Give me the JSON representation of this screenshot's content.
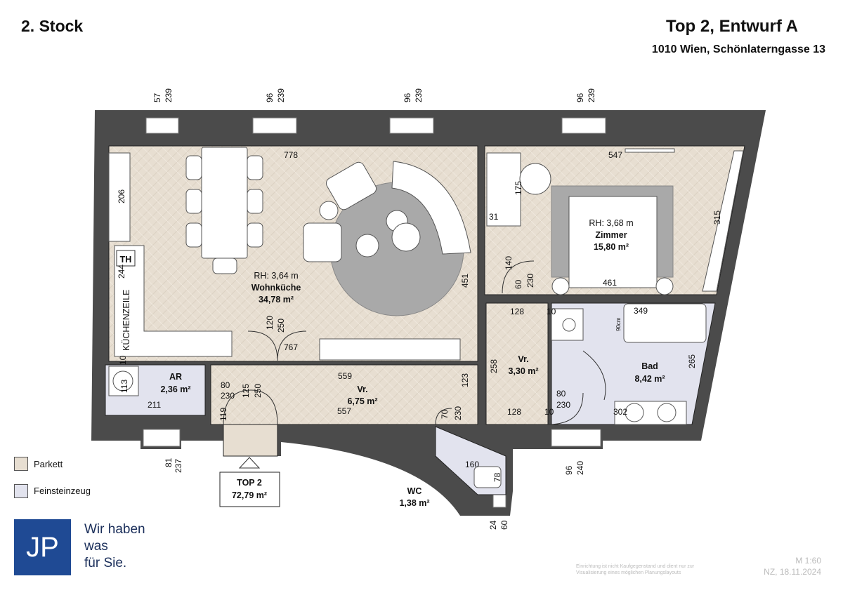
{
  "header": {
    "floor": "2. Stock",
    "title": "Top 2, Entwurf A",
    "address": "1010 Wien, Schönlaterngasse 13"
  },
  "colors": {
    "wall": "#4b4b4b",
    "parkett": "#e7ded1",
    "feinsteinzeug": "#e2e3ee",
    "logo_blue": "#1f4a94",
    "rug": "#a9a9a9"
  },
  "rooms": {
    "wohnkueche": {
      "rh": "RH: 3,64 m",
      "name": "Wohnküche",
      "area": "34,78 m²"
    },
    "zimmer": {
      "rh": "RH: 3,68 m",
      "name": "Zimmer",
      "area": "15,80 m²"
    },
    "ar": {
      "name": "AR",
      "area": "2,36 m²"
    },
    "vr1": {
      "name": "Vr.",
      "area": "6,75 m²"
    },
    "vr2": {
      "name": "Vr.",
      "area": "3,30 m²"
    },
    "bad": {
      "name": "Bad",
      "area": "8,42 m²"
    },
    "wc": {
      "name": "WC",
      "area": "1,38 m²"
    },
    "kitchen": "KÜCHENZEILE",
    "th": "TH",
    "tub_width": "90cm"
  },
  "unit": {
    "name": "TOP 2",
    "area": "72,79 m²"
  },
  "dims": [
    "57",
    "239",
    "96",
    "239",
    "96",
    "239",
    "96",
    "239",
    "778",
    "547",
    "206",
    "175",
    "31",
    "315",
    "244",
    "140",
    "60",
    "230",
    "461",
    "451",
    "128",
    "10",
    "349",
    "120",
    "250",
    "767",
    "10",
    "559",
    "258",
    "265",
    "123",
    "80",
    "230",
    "125",
    "250",
    "113",
    "211",
    "119",
    "557",
    "70",
    "230",
    "128",
    "10",
    "80",
    "230",
    "302",
    "81",
    "237",
    "96",
    "240",
    "160",
    "78",
    "24",
    "60"
  ],
  "legend": [
    {
      "label": "Parkett"
    },
    {
      "label": "Feinsteinzeug"
    }
  ],
  "logo": {
    "text": "JP",
    "slogan": [
      "Wir haben",
      "was",
      "für Sie."
    ]
  },
  "footer": {
    "disclaimer": [
      "Einrichtung ist nicht Kaufgegenstand und dient nur zur",
      "Visualisierung eines möglichen Planungslayouts"
    ],
    "scale": "M 1:60",
    "date": "NZ, 18.11.2024"
  }
}
